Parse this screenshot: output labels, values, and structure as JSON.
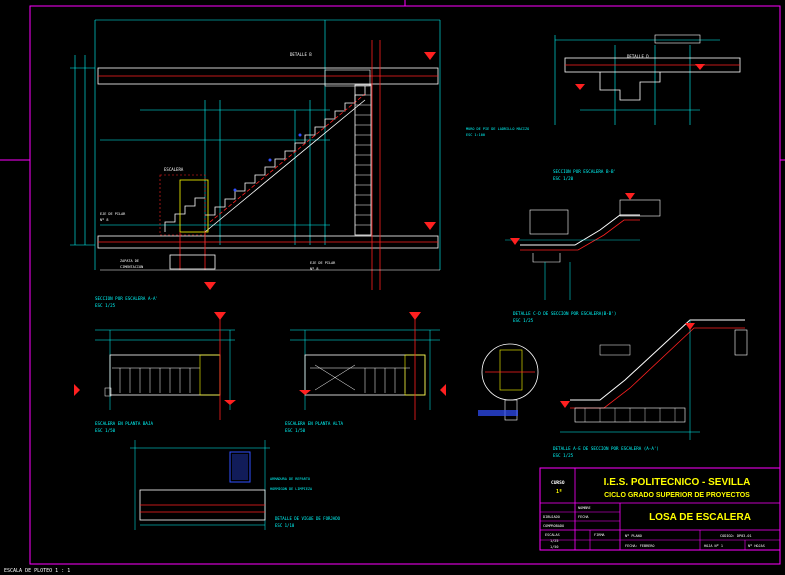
{
  "drawing": {
    "detail_b_label": "DETALLE B",
    "detail_d_label": "DETALLE D",
    "brick_wall_note": "MURO DE PIE DE LADRILLO MACIZO",
    "brick_wall_scale": "ESC 1:100",
    "section_bb_title": "SECCION POR ESCALERA B-B'",
    "section_bb_scale": "ESC 1/20",
    "section_aa_title": "SECCION POR ESCALERA A-A'",
    "section_aa_scale": "ESC 1/25",
    "stair_label": "ESCALERA",
    "footing_label": "ZAPATA DE",
    "foundation_label": "CIMENTACION",
    "pillar_label_1": "EJE DE PILAR",
    "pillar_num_1": "Nº 8",
    "pillar_label_2": "EJE DE PILAR",
    "pillar_num_2": "Nº 8",
    "detail_cd_title": "DETALLE C-D  DE SECCION POR ESCALERA(B-B')",
    "detail_cd_scale": "ESC 1/25",
    "detail_ae_title": "DETALLE A-E  DE SECCION POR ESCALERA (A-A')",
    "detail_ae_scale": "ESC 1/25",
    "plan_low_title": "ESCALERA EN PLANTA BAJA",
    "plan_low_scale": "ESC 1/50",
    "plan_high_title": "ESCALERA EN PLANTA ALTA",
    "plan_high_scale": "ESC 1/50",
    "bottom_detail_title": "DETALLE DE VIGUE DE FORJADO",
    "bottom_detail_scale": "ESC 1/10",
    "bottom_note_1": "ARMADURA DE REPARTO",
    "bottom_note_2": "HORMIGON DE LIMPIEZA",
    "scale_footer": "ESCALA DE PLOTEO  1 : 1"
  },
  "title_block": {
    "school": "I.E.S. POLITECNICO - SEVILLA",
    "course_name": "CICLO GRADO SUPERIOR DE PROYECTOS",
    "curso_label": "CURSO",
    "curso_value": "1º",
    "sheet_title": "LOSA DE ESCALERA",
    "nombre_label": "NOMBRE",
    "fecha_label": "FECHA",
    "dibujado_label": "DIBUJADO",
    "comprobado_label": "COMPROBADO",
    "escalas_label": "ESCALAS",
    "escala_1": "1/25",
    "escala_2": "1/50",
    "firma_label": "FIRMA",
    "plano_label": "Nº PLANO",
    "fecha_value": "FECHA: FEBRERO",
    "code_label": "CODIGO: DP03-01",
    "hoja_label": "HOJA Nº 1",
    "hojas_label": "Nº HOJAS"
  },
  "colors": {
    "background": "#000000",
    "frame": "#ff00ff",
    "cyan": "#00ffff",
    "white": "#ffffff",
    "red": "#ff2020",
    "yellow": "#ffff00",
    "green": "#00ff00",
    "blue": "#3050ff",
    "title_text": "#ffff00"
  }
}
